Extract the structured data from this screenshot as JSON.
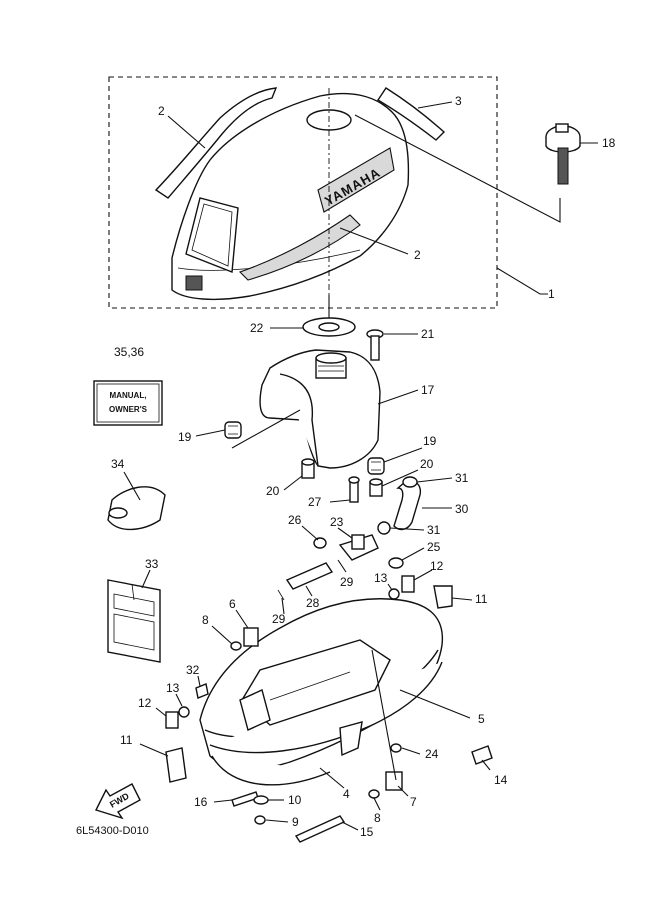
{
  "diagram_code": "6L54300-D010",
  "brand_text": "YAMAHA",
  "fwd_label": "FWD",
  "manual_label": {
    "line1": "MANUAL,",
    "line2": "OWNER'S"
  },
  "callouts": [
    {
      "id": "c2a",
      "text": "2"
    },
    {
      "id": "c3",
      "text": "3"
    },
    {
      "id": "c18",
      "text": "18"
    },
    {
      "id": "c2b",
      "text": "2"
    },
    {
      "id": "c1",
      "text": "1"
    },
    {
      "id": "c22",
      "text": "22"
    },
    {
      "id": "c21",
      "text": "21"
    },
    {
      "id": "c3536",
      "text": "35,36"
    },
    {
      "id": "c17",
      "text": "17"
    },
    {
      "id": "c19a",
      "text": "19"
    },
    {
      "id": "c19b",
      "text": "19"
    },
    {
      "id": "c34",
      "text": "34"
    },
    {
      "id": "c20a",
      "text": "20"
    },
    {
      "id": "c20b",
      "text": "20"
    },
    {
      "id": "c31a",
      "text": "31"
    },
    {
      "id": "c27",
      "text": "27"
    },
    {
      "id": "c30",
      "text": "30"
    },
    {
      "id": "c26",
      "text": "26"
    },
    {
      "id": "c23",
      "text": "23"
    },
    {
      "id": "c31b",
      "text": "31"
    },
    {
      "id": "c25",
      "text": "25"
    },
    {
      "id": "c33",
      "text": "33"
    },
    {
      "id": "c29a",
      "text": "29"
    },
    {
      "id": "c13a",
      "text": "13"
    },
    {
      "id": "c12a",
      "text": "12"
    },
    {
      "id": "c28",
      "text": "28"
    },
    {
      "id": "c11a",
      "text": "11"
    },
    {
      "id": "c6",
      "text": "6"
    },
    {
      "id": "c8a",
      "text": "8"
    },
    {
      "id": "c29b",
      "text": "29"
    },
    {
      "id": "c32",
      "text": "32"
    },
    {
      "id": "c13b",
      "text": "13"
    },
    {
      "id": "c12b",
      "text": "12"
    },
    {
      "id": "c5",
      "text": "5"
    },
    {
      "id": "c11b",
      "text": "11"
    },
    {
      "id": "c24",
      "text": "24"
    },
    {
      "id": "c14",
      "text": "14"
    },
    {
      "id": "c4",
      "text": "4"
    },
    {
      "id": "c7",
      "text": "7"
    },
    {
      "id": "c16",
      "text": "16"
    },
    {
      "id": "c10",
      "text": "10"
    },
    {
      "id": "c8b",
      "text": "8"
    },
    {
      "id": "c9",
      "text": "9"
    },
    {
      "id": "c15",
      "text": "15"
    }
  ]
}
